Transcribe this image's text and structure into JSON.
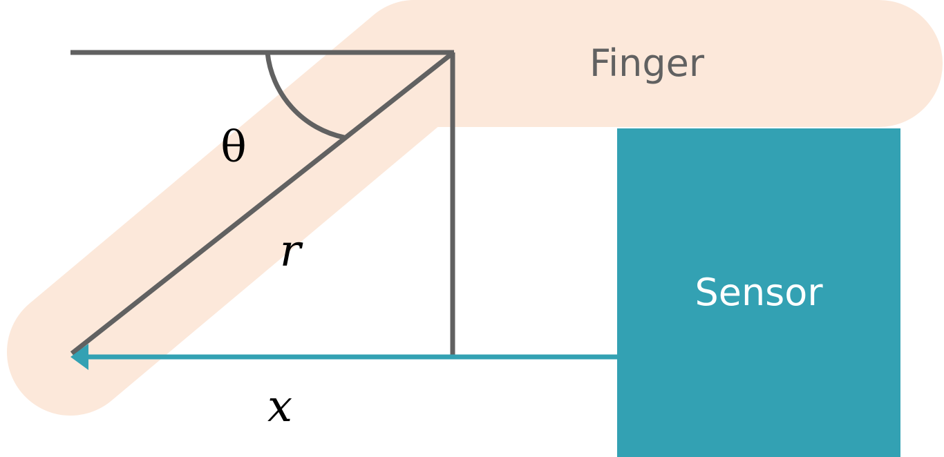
{
  "labels": {
    "finger": "Finger",
    "sensor": "Sensor",
    "theta": "θ",
    "r": "r",
    "x": "x"
  },
  "colors": {
    "finger_fill": "#fce8da",
    "sensor_fill": "#33a1b3",
    "line": "#616161",
    "arrow": "#33a1b3",
    "label_text": "#616161",
    "sensor_text": "#ffffff",
    "math_text": "#000000"
  }
}
